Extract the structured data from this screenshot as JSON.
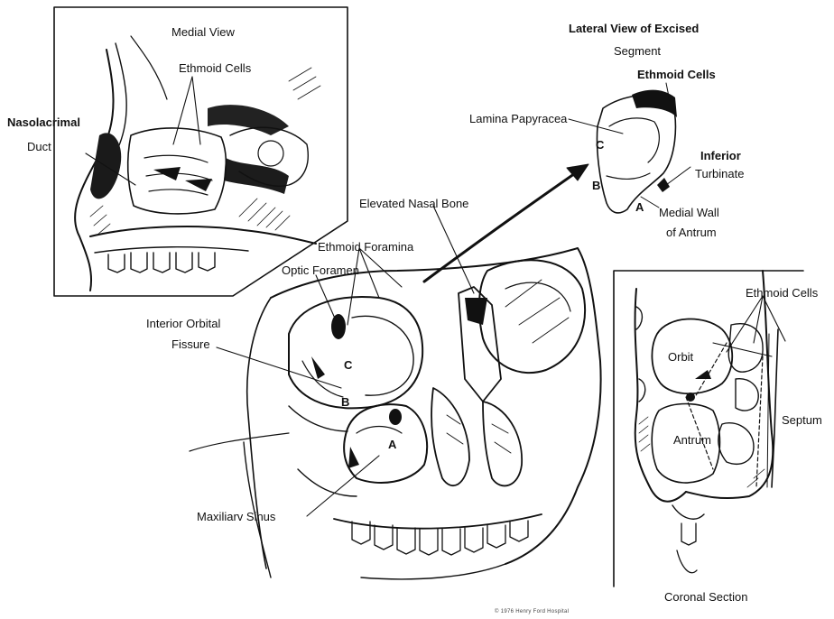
{
  "medial_view": {
    "title": "Medial View",
    "ethmoid_cells": "Ethmoid Cells",
    "nasolacrimal": "Nasolacrimal",
    "duct": "Duct"
  },
  "excised": {
    "title_line1": "Lateral View of Excised",
    "title_line2": "Segment",
    "ethmoid_cells": "Ethmoid Cells",
    "lamina": "Lamina Papyracea",
    "inferior": "Inferior",
    "turbinate": "Turbinate",
    "medial_wall": "Medial Wall",
    "of_antrum": "of Antrum",
    "letter_a": "A",
    "letter_b": "B",
    "letter_c": "C"
  },
  "skull": {
    "elevated_nasal_bone": "Elevated Nasal Bone",
    "ethmoid_foramina": "Ethmoid Foramina",
    "optic_foramen": "Optic Foramen",
    "orbital_line1": "Interior Orbital",
    "orbital_line2": "Fissure",
    "maxillary_sinus": "Maxiliarv Sinus",
    "letter_a": "A",
    "letter_b": "B",
    "letter_c": "C"
  },
  "coronal": {
    "ethmoid_cells": "Ethmoid Cells",
    "orbit": "Orbit",
    "antrum": "Antrum",
    "septum": "Septum",
    "caption": "Coronal Section"
  },
  "copyright": "© 1976 Henry Ford Hospital"
}
